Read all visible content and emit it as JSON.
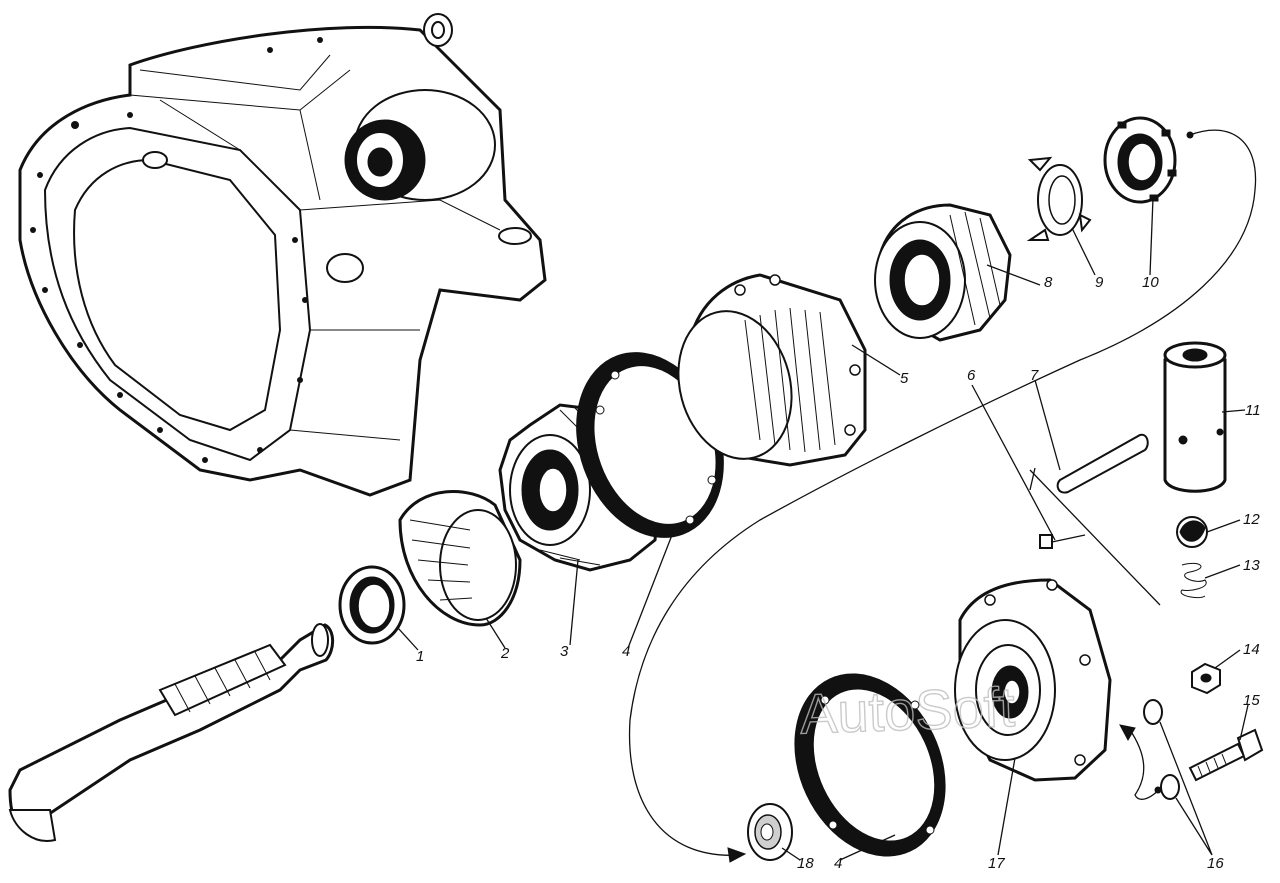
{
  "watermark": "AutoSoft",
  "callouts": {
    "c1": "1",
    "c2": "2",
    "c3": "3",
    "c4a": "4",
    "c4b": "4",
    "c5": "5",
    "c6": "6",
    "c7": "7",
    "c8": "8",
    "c9": "9",
    "c10": "10",
    "c11": "11",
    "c12": "12",
    "c13": "13",
    "c14": "14",
    "c15": "15",
    "c16": "16",
    "c17": "17",
    "c18": "18"
  }
}
